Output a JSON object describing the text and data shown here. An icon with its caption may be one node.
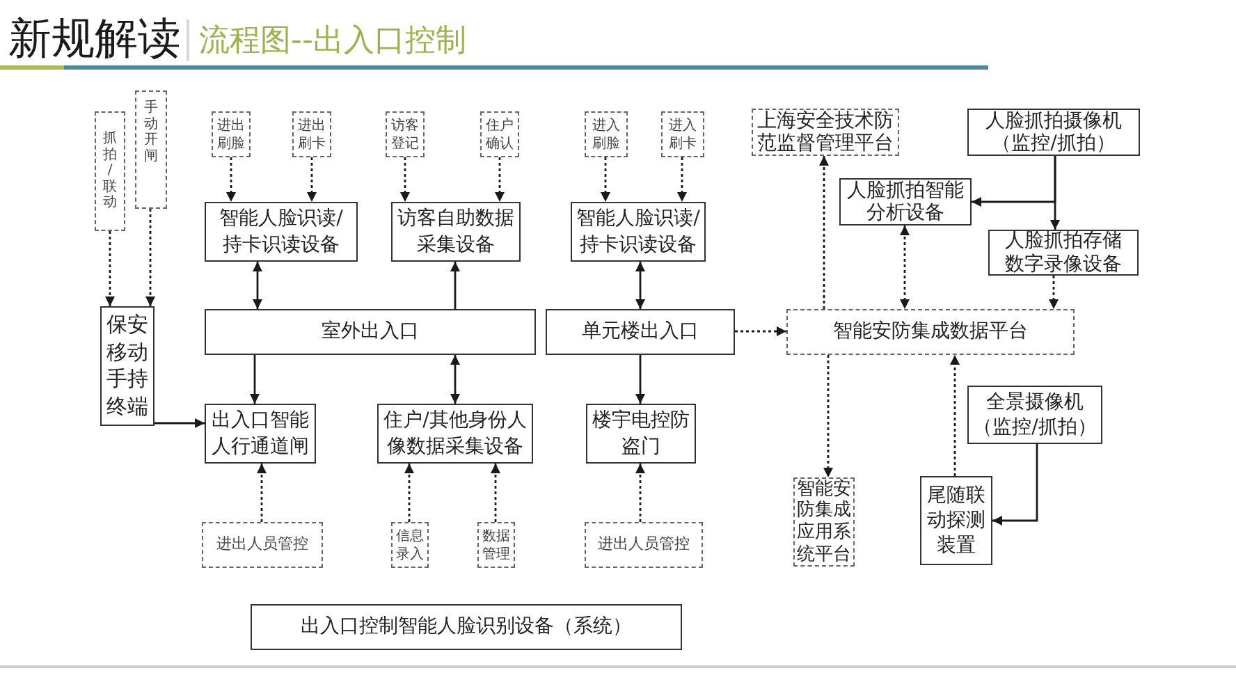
{
  "diagram": {
    "title": "流程图--出入口控制",
    "nodes": [
      {
        "text": [
          "抓拍/联动"
        ]
      },
      {
        "text": [
          "手动开闸"
        ]
      },
      {
        "text": [
          "保安移动手持终端"
        ]
      },
      {
        "text": [
          "进出刷脸"
        ]
      },
      {
        "text": [
          "进出刷卡"
        ]
      },
      {
        "text": [
          "智能人脸识读/持卡识读设备"
        ]
      },
      {
        "text": [
          "访客登记"
        ]
      },
      {
        "text": [
          "住户确认"
        ]
      },
      {
        "text": [
          "访客自助数据采集设备"
        ]
      },
      {
        "text": [
          "室外出入口"
        ]
      },
      {
        "text": [
          "出入口智能人行通道闸"
        ]
      },
      {
        "text": [
          "住户/其他身份人像数据采集设备"
        ]
      },
      {
        "text": [
          "进出人员管控"
        ]
      },
      {
        "text": [
          "信息录入"
        ]
      },
      {
        "text": [
          "数据管理"
        ]
      },
      {
        "text": [
          "进入刷脸"
        ]
      },
      {
        "text": [
          "进入刷卡"
        ]
      },
      {
        "text": [
          "智能人脸识读/持卡识读设备"
        ]
      },
      {
        "text": [
          "单元楼出入口"
        ]
      },
      {
        "text": [
          "楼宇电控防盗门"
        ]
      },
      {
        "text": [
          "进出人员管控"
        ]
      },
      {
        "text": [
          "上海安全技术防范监督管理平台"
        ]
      },
      {
        "text": [
          "人脸抓拍摄像机（监控/抓拍）"
        ]
      },
      {
        "text": [
          "人脸抓拍智能分析设备"
        ]
      },
      {
        "text": [
          "人脸抓拍存储数字录像设备"
        ]
      },
      {
        "text": [
          "智能安防集成数据平台"
        ]
      },
      {
        "text": [
          "全景摄像机（监控/抓拍）"
        ]
      },
      {
        "text": [
          "智能安防集成应用系统平台"
        ]
      },
      {
        "text": [
          "尾随联动探测装置"
        ]
      },
      {
        "text": [
          "出入口控制智能人脸识别设备（系统）"
        ]
      }
    ],
    "edges": [
      {
        "from": 0,
        "to": 2,
        "arrow": "to",
        "style": "dashed"
      },
      {
        "from": 1,
        "to": 2,
        "arrow": "to",
        "style": "dashed"
      },
      {
        "from": 2,
        "to": 10,
        "arrow": "to"
      },
      {
        "from": 3,
        "to": 5,
        "arrow": "to",
        "style": "dashed"
      },
      {
        "from": 4,
        "to": 5,
        "arrow": "to",
        "style": "dashed"
      },
      {
        "from": 5,
        "to": 9,
        "arrow": "both"
      },
      {
        "from": 6,
        "to": 8,
        "arrow": "to",
        "style": "dashed"
      },
      {
        "from": 7,
        "to": 8,
        "arrow": "to",
        "style": "dashed"
      },
      {
        "from": 9,
        "to": 8,
        "arrow": "to"
      },
      {
        "from": 9,
        "to": 10,
        "arrow": "to"
      },
      {
        "from": 9,
        "to": 11,
        "arrow": "both"
      },
      {
        "from": 12,
        "to": 10,
        "arrow": "to",
        "style": "dashed"
      },
      {
        "from": 13,
        "to": 11,
        "arrow": "to",
        "style": "dashed"
      },
      {
        "from": 14,
        "to": 11,
        "arrow": "to",
        "style": "dashed"
      },
      {
        "from": 15,
        "to": 17,
        "arrow": "to",
        "style": "dashed"
      },
      {
        "from": 16,
        "to": 17,
        "arrow": "to",
        "style": "dashed"
      },
      {
        "from": 17,
        "to": 18,
        "arrow": "both"
      },
      {
        "from": 18,
        "to": 19,
        "arrow": "to"
      },
      {
        "from": 20,
        "to": 19,
        "arrow": "to",
        "style": "dashed"
      },
      {
        "from": 18,
        "to": 25,
        "arrow": "to",
        "style": "dashed"
      },
      {
        "from": 25,
        "to": 21,
        "arrow": "to",
        "style": "dashed"
      },
      {
        "from": 22,
        "to": 23,
        "arrow": "to"
      },
      {
        "from": 22,
        "to": 24,
        "arrow": "to"
      },
      {
        "from": 23,
        "to": 25,
        "arrow": "both",
        "style": "dashed"
      },
      {
        "from": 24,
        "to": 25,
        "arrow": "to",
        "style": "dashed"
      },
      {
        "from": 25,
        "to": 27,
        "arrow": "to",
        "style": "dashed"
      },
      {
        "from": 28,
        "to": 25,
        "arrow": "to",
        "style": "dashed"
      },
      {
        "from": 26,
        "to": 28,
        "arrow": "to"
      }
    ],
    "labels": [
      "新规解读"
    ]
  }
}
